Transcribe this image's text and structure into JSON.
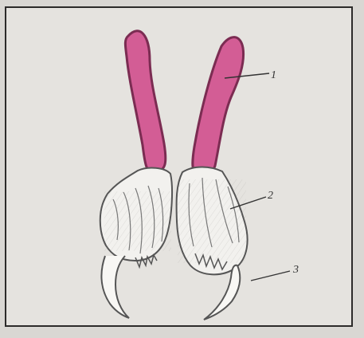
{
  "labels": {
    "one": "1",
    "two": "2",
    "three": "3"
  },
  "colors": {
    "background": "#e5e3df",
    "frame": "#2c2b2a",
    "tube_fill": "#d35d95",
    "tube_stroke": "#7b2c52",
    "claw_fill": "#f2f1ee",
    "claw_stroke": "#555555"
  }
}
